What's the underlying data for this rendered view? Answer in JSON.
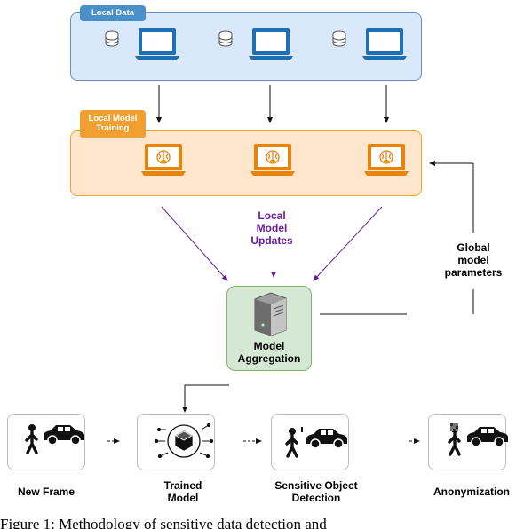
{
  "regions": {
    "local_data_label": "Local Data",
    "local_training_label_line1": "Local Model",
    "local_training_label_line2": "Training"
  },
  "labels": {
    "updates_line1": "Local",
    "updates_line2": "Model",
    "updates_line3": "Updates",
    "global_line1": "Global",
    "global_line2": "model",
    "global_line3": "parameters",
    "aggregation_line1": "Model",
    "aggregation_line2": "Aggregation"
  },
  "pipeline": {
    "steps": [
      "New Frame",
      "Trained Model",
      "Sensitive Object Detection",
      "Anonymization"
    ],
    "step2_line1": "Trained",
    "step2_line2": "Model",
    "step3_line1": "Sensitive Object",
    "step3_line2": "Detection"
  },
  "caption": "Figure 1:  Methodology of sensitive data detection and",
  "colors": {
    "blue_fill": "#dae8fc",
    "blue_accent": "#4a90c8",
    "orange_fill": "#ffe6cc",
    "orange_accent": "#f0a030",
    "green_fill": "#d5e8d4",
    "purple": "#6a1b9a"
  },
  "icons": [
    "database-icon",
    "laptop-icon",
    "brain-icon",
    "server-icon",
    "pedestrian-icon",
    "car-icon",
    "cube-circuit-icon"
  ]
}
